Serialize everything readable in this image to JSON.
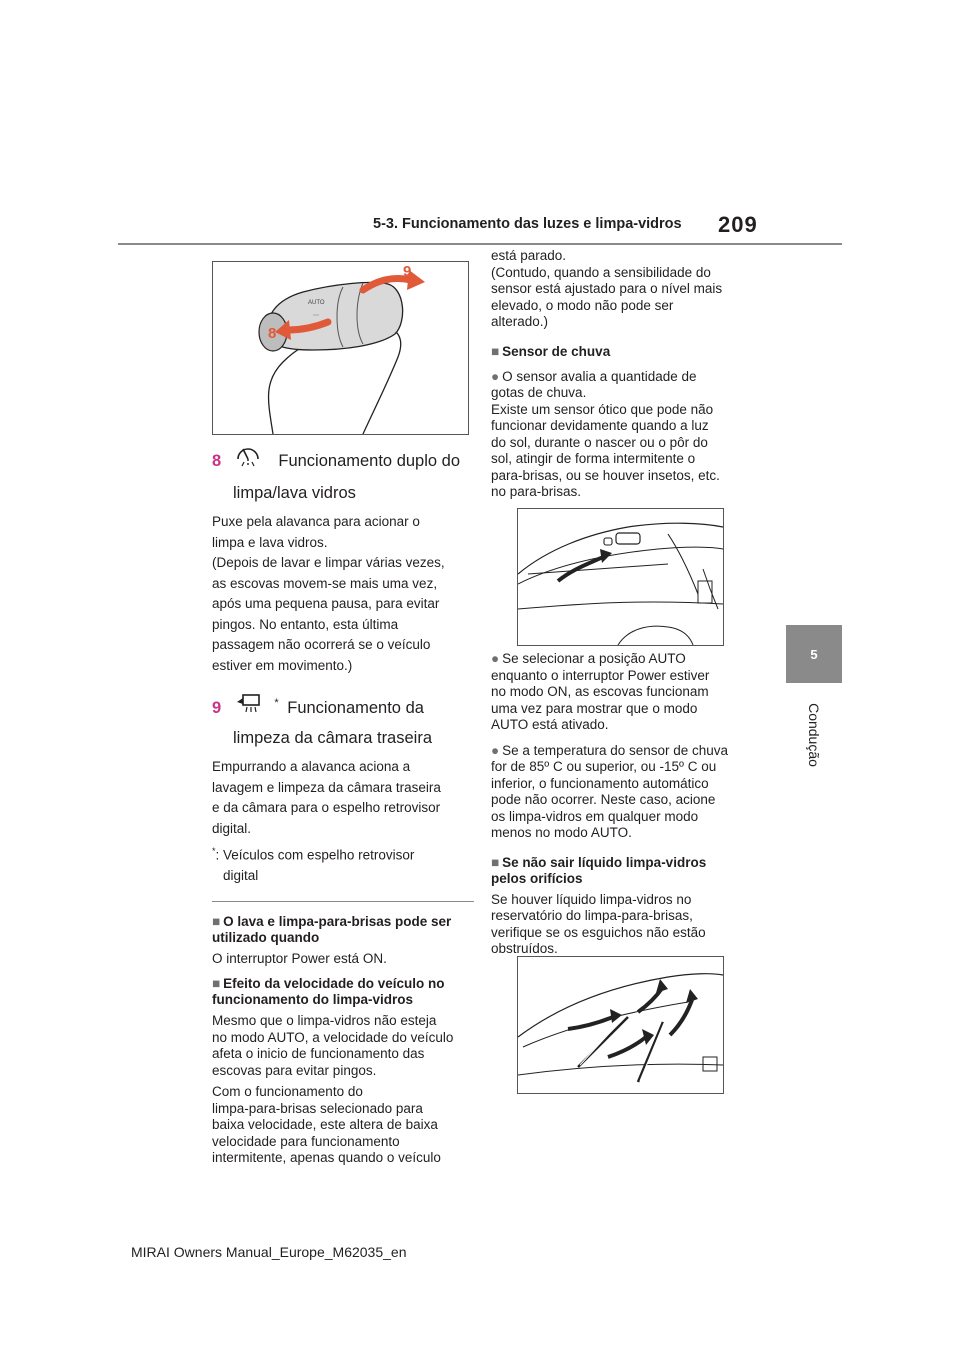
{
  "header": {
    "section_title": "5-3. Funcionamento das luzes e limpa-vidros",
    "page_number": "209"
  },
  "side_tab": {
    "chapter_number": "5",
    "chapter_name": "Condução"
  },
  "figure1": {
    "label_8": "8",
    "label_9": "9"
  },
  "item8": {
    "number": "8",
    "icon": "washer-wiper-icon",
    "title_line1": "Funcionamento duplo do",
    "title_line2": "limpa/lava vidros",
    "body": [
      "Puxe pela alavanca para acionar o",
      "limpa e lava vidros.",
      "(Depois de lavar e limpar várias vezes,",
      "as escovas movem-se mais uma vez,",
      "após uma pequena pausa, para evitar",
      "pingos. No entanto, esta última",
      "passagem não ocorrerá se o veículo",
      "estiver em movimento.)"
    ]
  },
  "item9": {
    "number": "9",
    "icon": "rear-camera-washer-icon",
    "asterisk": "*",
    "title_line1": "Funcionamento da",
    "title_line2": "limpeza da câmara traseira",
    "body": [
      "Empurrando a alavanca aciona a",
      "lavagem e limpeza da câmara traseira",
      "e da câmara para o espelho retrovisor",
      "digital."
    ],
    "footnote_mark": "*",
    "footnote_line1": ": Veículos com espelho retrovisor",
    "footnote_line2": "digital"
  },
  "left_sections": [
    {
      "heading": [
        "O lava e limpa-para-brisas pode ser",
        "utilizado quando"
      ],
      "paragraphs": [
        [
          "O interruptor Power está ON."
        ]
      ]
    },
    {
      "heading": [
        "Efeito da velocidade do veículo no",
        "funcionamento do limpa-vidros"
      ],
      "paragraphs": [
        [
          "Mesmo que o limpa-vidros não esteja",
          "no modo AUTO, a velocidade do veículo",
          "afeta o inicio de funcionamento das",
          "escovas para evitar pingos."
        ],
        [
          "Com o funcionamento do",
          "limpa-para-brisas selecionado para",
          "baixa velocidade, este altera de baixa",
          "velocidade para funcionamento",
          "intermitente, apenas quando o veículo"
        ]
      ]
    }
  ],
  "right_top_paragraph": [
    "está parado.",
    "(Contudo, quando a sensibilidade do",
    "sensor está ajustado para o nível mais",
    "elevado, o modo não pode ser",
    "alterado.)"
  ],
  "rain_sensor": {
    "heading": "Sensor de chuva",
    "bullet1": [
      "O sensor avalia a quantidade de",
      "gotas de chuva.",
      "Existe um sensor ótico que pode não",
      "funcionar devidamente quando a luz",
      "do sol, durante o nascer ou o pôr do",
      "sol, atingir de forma intermitente o",
      "para-brisas, ou se houver insetos, etc.",
      "no para-brisas."
    ],
    "bullet2": [
      "Se selecionar a posição AUTO",
      "enquanto o interruptor Power estiver",
      "no modo ON, as escovas funcionam",
      "uma vez para mostrar que o modo",
      "AUTO está ativado."
    ],
    "bullet3": [
      "Se a temperatura do sensor de chuva",
      "for de 85º C ou superior, ou -15º C ou",
      "inferior, o funcionamento automático",
      "pode não ocorrer. Neste caso, acione",
      "os limpa-vidros em qualquer modo",
      "menos no modo AUTO."
    ]
  },
  "washer_fluid": {
    "heading": [
      "Se não sair líquido limpa-vidros",
      "pelos orifícios"
    ],
    "body": [
      "Se houver líquido limpa-vidros no",
      "reservatório do limpa-para-brisas,",
      "verifique se os esguichos não estão",
      "obstruídos."
    ]
  },
  "footer": {
    "text": "MIRAI Owners Manual_Europe_M62035_en"
  },
  "colors": {
    "accent": "#c9348a",
    "arrow": "#e05a3a",
    "rule": "#8a8a8a"
  }
}
